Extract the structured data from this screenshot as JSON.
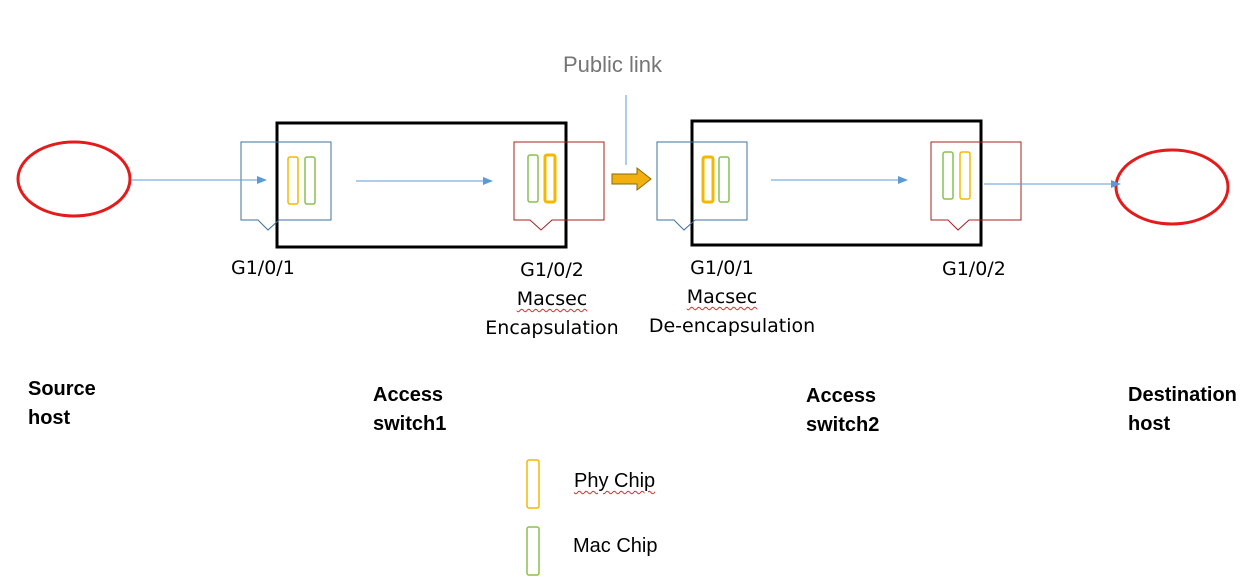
{
  "labels": {
    "public_link": "Public link",
    "sw1_port1": "G1/0/1",
    "sw1_port2": "G1/0/2",
    "sw1_macsec": "Macsec",
    "sw1_action": "Encapsulation",
    "sw2_port1": "G1/0/1",
    "sw2_macsec": "Macsec",
    "sw2_action": "De-encapsulation",
    "sw2_port2": "G1/0/2"
  },
  "nodes": {
    "source": {
      "line1": "Source",
      "line2": "host"
    },
    "switch1": {
      "line1": "Access",
      "line2": "switch1"
    },
    "switch2": {
      "line1": "Access",
      "line2": "switch2"
    },
    "destination": {
      "line1": "Destination",
      "line2": "host"
    }
  },
  "legend": {
    "phy": "Phy Chip",
    "mac": "Mac Chip"
  },
  "colors": {
    "host_circle": "#e31b1b",
    "switch_border": "#000000",
    "port_blue": "#41719c",
    "port_red": "#a52020",
    "phy_chip": "#f5b800",
    "mac_chip": "#8ac050",
    "arrow": "#5b9bd5",
    "public_arrow_fill": "#f2b00f",
    "public_arrow_stroke": "#8c6a00"
  }
}
